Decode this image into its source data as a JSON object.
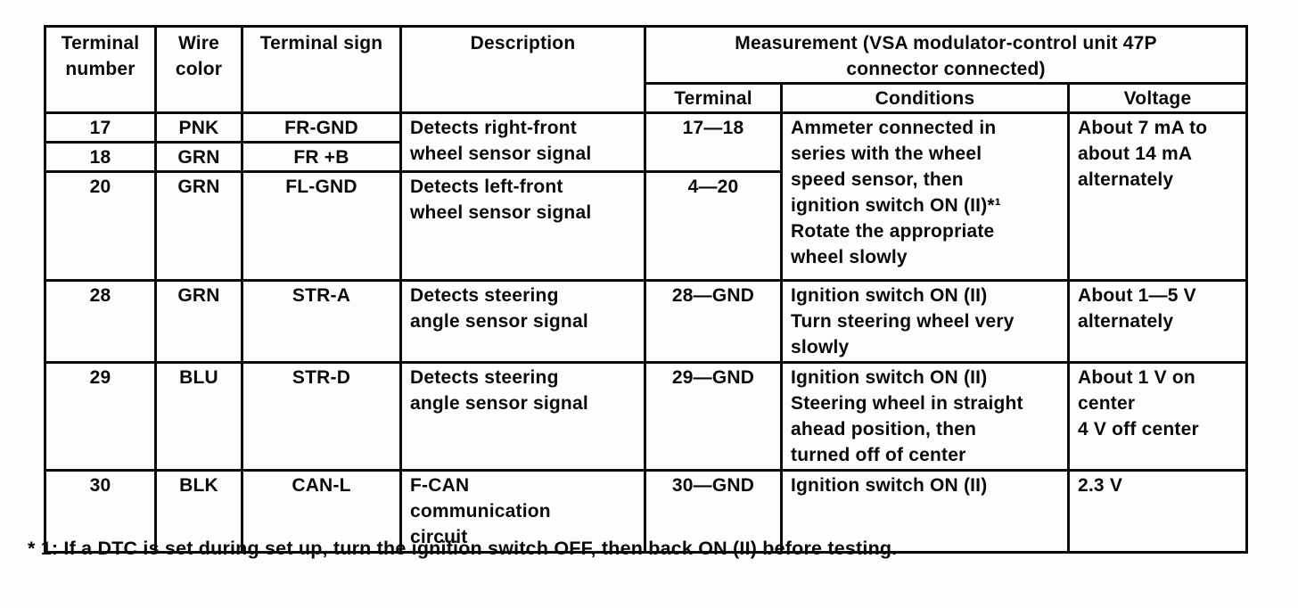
{
  "document": {
    "footnote": "* 1: If a DTC is set during set up, turn the ignition switch OFF, then back ON (II) before testing."
  },
  "table": {
    "header": {
      "terminal_number": "Terminal\nnumber",
      "wire_color": "Wire\ncolor",
      "terminal_sign": "Terminal sign",
      "description": "Description",
      "measurement_group": "Measurement (VSA modulator-control unit 47P\nconnector connected)",
      "terminal": "Terminal",
      "conditions": "Conditions",
      "voltage": "Voltage"
    },
    "rows": {
      "r17": {
        "terminal": "17",
        "wire": "PNK",
        "sign": "FR-GND"
      },
      "r18": {
        "terminal": "18",
        "wire": "GRN",
        "sign": "FR +B"
      },
      "r20": {
        "terminal": "20",
        "wire": "GRN",
        "sign": "FL-GND"
      },
      "desc_17_18": "Detects right-front\nwheel sensor signal",
      "desc_20": "Detects left-front\nwheel sensor signal",
      "meas_17_18": "17—18",
      "meas_4_20": "4—20",
      "cond_wheel": "Ammeter connected in\nseries with the wheel\nspeed sensor, then\nignition switch ON (II)*¹\nRotate the appropriate\nwheel slowly",
      "volt_wheel": "About 7 mA to\nabout 14 mA\nalternately",
      "r28": {
        "terminal": "28",
        "wire": "GRN",
        "sign": "STR-A",
        "description": "Detects steering\nangle sensor signal",
        "meas_terminal": "28—GND",
        "conditions": "Ignition switch ON (II)\nTurn steering wheel very\nslowly",
        "voltage": "About 1—5 V\nalternately"
      },
      "r29": {
        "terminal": "29",
        "wire": "BLU",
        "sign": "STR-D",
        "description": "Detects steering\nangle sensor signal",
        "meas_terminal": "29—GND",
        "conditions": "Ignition switch ON (II)\nSteering wheel in straight\nahead position, then\nturned off of center",
        "voltage": "About 1 V on\ncenter\n4 V off center"
      },
      "r30": {
        "terminal": "30",
        "wire": "BLK",
        "sign": "CAN-L",
        "description": "F-CAN\ncommunication\ncircuit",
        "meas_terminal": "30—GND",
        "conditions": "Ignition switch ON (II)",
        "voltage": "2.3 V"
      }
    }
  }
}
